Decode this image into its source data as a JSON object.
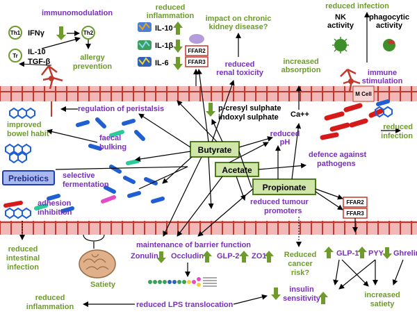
{
  "top": {
    "immunomodulation": "immunomodulation",
    "th1": "Th1",
    "th2": "Th2",
    "tr": "Tr",
    "ifn": "IFNγ",
    "il10": "IL-10",
    "tgf": "TGF-β",
    "allergy_prevention": [
      "allergy",
      "prevention"
    ],
    "reduced_inflammation": [
      "reduced",
      "inflammation"
    ],
    "cytokines": [
      "IL-10",
      "IL-1β",
      "IL-6"
    ],
    "ffar2": "FFAR2",
    "ffar3": "FFAR3",
    "impact_ckd": [
      "impact on chronic",
      "kidney disease?"
    ],
    "reduced_renal": [
      "reduced",
      "renal toxicity"
    ],
    "increased_absorption": [
      "increased",
      "absorption"
    ],
    "reduced_infection": "reduced infection",
    "nk_activity": [
      "NK",
      "activity"
    ],
    "phagocytic_activity": [
      "phagocytic",
      "activity"
    ],
    "immune_stimulation": [
      "immune",
      "stimulation"
    ],
    "m_cell": "M Cell"
  },
  "middle": {
    "regulation_peristalsis": "regulation of peristalsis",
    "cresyl": "p-cresyl sulphate",
    "indoxyl": "indoxyl sulphate",
    "calcium": "Ca++",
    "improved_bowel": [
      "improved",
      "bowel habit"
    ],
    "faecal_bulking": [
      "faecal",
      "bulking"
    ],
    "reduced_ph": [
      "reduced",
      "pH"
    ],
    "reduced_infection2": [
      "reduced",
      "infection"
    ],
    "defence": [
      "defence against",
      "pathogens"
    ],
    "prebiotics": "Prebiotics",
    "selective_fermentation": [
      "selective",
      "fermentation"
    ],
    "butyrate": "Butyrate",
    "acetate": "Acetate",
    "propionate": "Propionate",
    "adhesion_inhibition": [
      "adhesion",
      "inhibition"
    ],
    "reduced_tumour": [
      "reduced tumour",
      "promoters"
    ],
    "ffar2_b": "FFAR2",
    "ffar3_b": "FFAR3"
  },
  "bottom": {
    "reduced_intestinal": [
      "reduced",
      "intestinal",
      "infection"
    ],
    "satiety": "Satiety",
    "barrier_function": "maintenance of barrier function",
    "markers": [
      "Zonulin",
      "Occludin",
      "GLP-2",
      "ZO1"
    ],
    "reduced_cancer": [
      "Reduced",
      "cancer",
      "risk?"
    ],
    "hormones": [
      "GLP-1",
      "PYY",
      "Ghrelin"
    ],
    "increased_satiety": [
      "increased",
      "satiety"
    ],
    "reduced_lps": "reduced LPS translocation",
    "insulin_sensitivity": [
      "insulin",
      "sensitivity"
    ],
    "reduced_inflammation2": [
      "reduced",
      "inflammation"
    ]
  },
  "colors": {
    "green_text": "#6e9b2c",
    "purple_text": "#7a2fc0",
    "epithelium": "#f2b8b8",
    "cell_border": "#c0392b",
    "bacteria": "#1f5fd1",
    "scfa_box": "#cfe6a8",
    "prebiotic_box": "#a9b8ee"
  }
}
